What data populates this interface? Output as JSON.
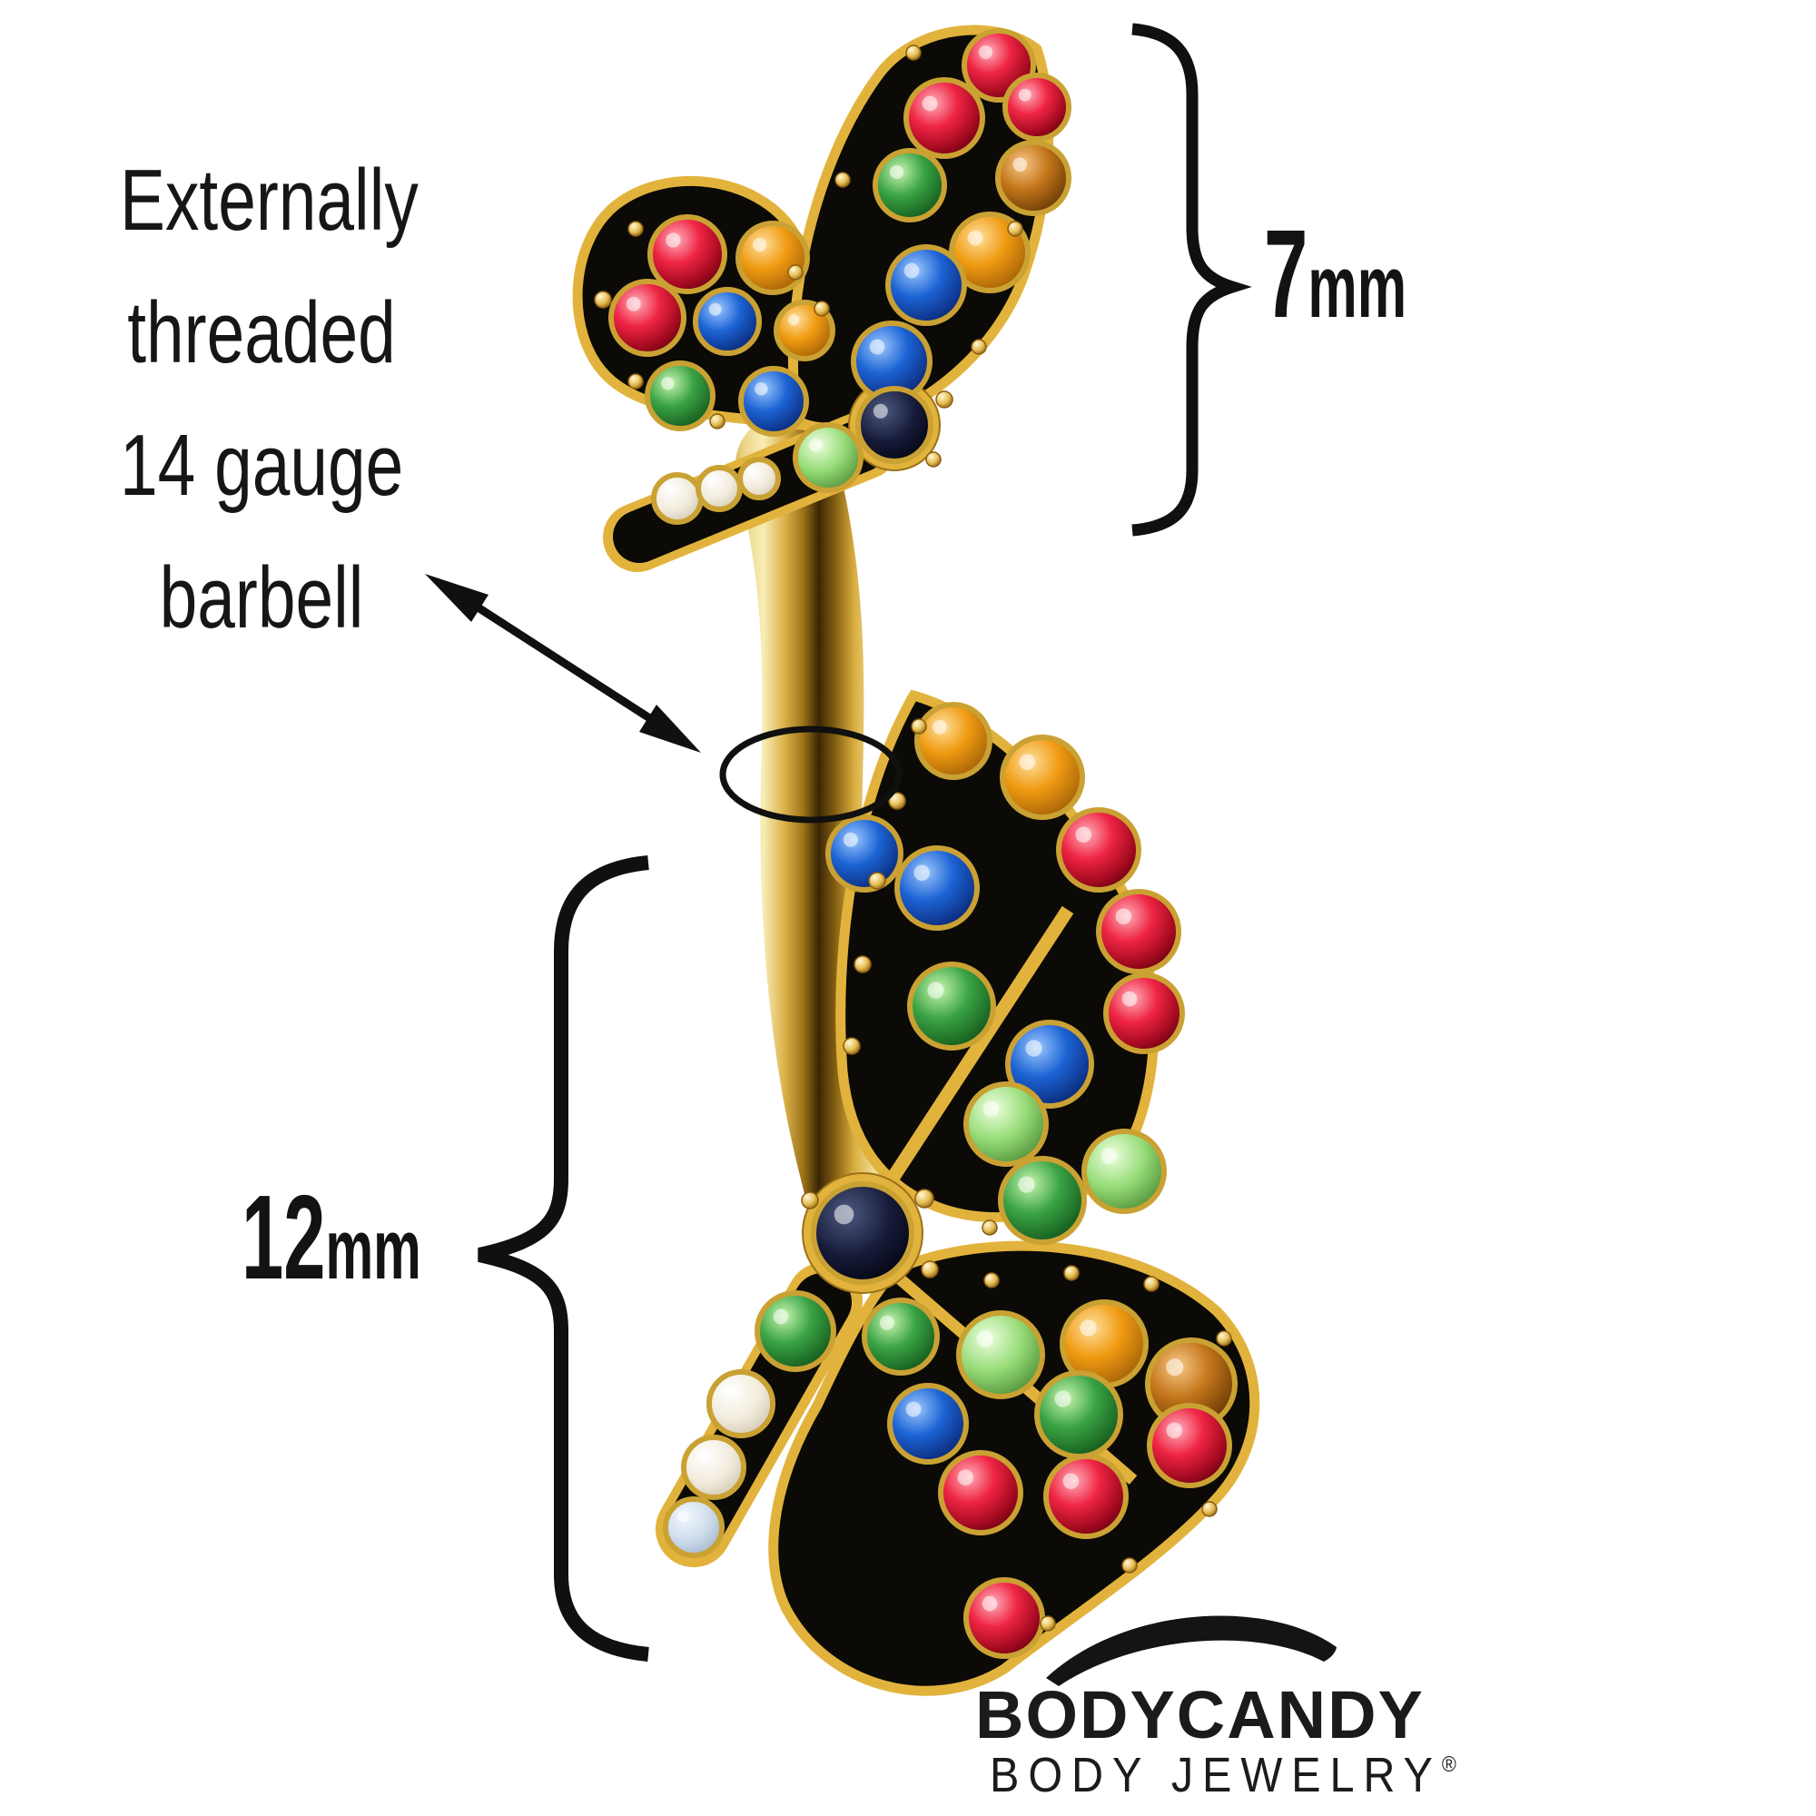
{
  "annotations": {
    "barbell_note": {
      "lines": [
        "Externally",
        "threaded",
        "14 gauge",
        "barbell"
      ]
    },
    "top_measurement": {
      "value": "7",
      "unit": "mm"
    },
    "bottom_measurement": {
      "value": "12",
      "unit": "mm"
    }
  },
  "logo": {
    "brand": "BODYCANDY",
    "tagline": "BODY JEWELRY",
    "registered_mark": "®",
    "swoosh_icon": "swoosh-arc"
  },
  "colors": {
    "background": "#ffffff",
    "annotation_ink": "#101010",
    "gold": "#e2b33c",
    "gold_highlight": "#f7edb6",
    "gold_shadow": "#7a540e",
    "gem_red": "#d91433",
    "gem_orange": "#e8920f",
    "gem_topaz": "#b5690f",
    "gem_blue": "#1254c8",
    "gem_green": "#2f9e38",
    "gem_light_green": "#8cd46e",
    "gem_black": "#10142e",
    "gem_opal_white": "#efe9da",
    "gem_opal_blue": "#c0d0e4"
  }
}
